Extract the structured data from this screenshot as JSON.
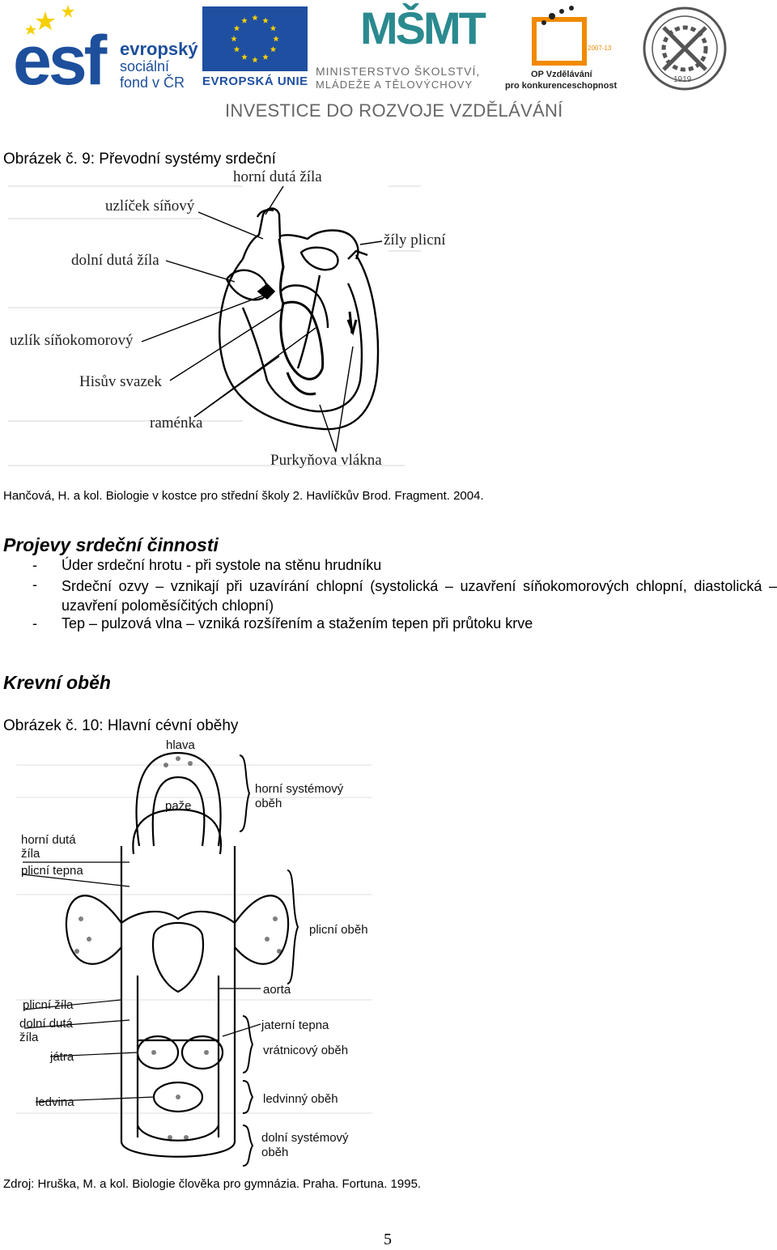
{
  "header": {
    "esf": {
      "big": "esf",
      "line1": "evropský",
      "line2": "sociální",
      "line3": "fond v ČR"
    },
    "eu": {
      "label": "EVROPSKÁ UNIE"
    },
    "msmt": {
      "mark": "MŠMT",
      "line1": "MINISTERSTVO ŠKOLSTVÍ,",
      "line2": "MLÁDEŽE A TĚLOVÝCHOVY"
    },
    "op": {
      "line1": "OP Vzdělávání",
      "line2": "pro konkurenceschopnost",
      "years": "2007-13"
    },
    "seal": {
      "year": "1919"
    },
    "tagline": "INVESTICE DO ROZVOJE VZDĚLÁVÁNÍ",
    "colors": {
      "esf_blue": "#1d4f9c",
      "eu_blue": "#1f4fa0",
      "eu_star": "#f5d000",
      "msmt_teal": "#2a8a8f",
      "op_orange": "#f08a00"
    }
  },
  "figure9": {
    "caption": "Obrázek č. 9: Převodní systémy srdeční",
    "labels": {
      "horni_duta_zila": "horní dutá žíla",
      "uzlicek_sinovy": "uzlíček síňový",
      "zily_plicni": "žíly plicní",
      "dolni_duta_zila": "dolní dutá žíla",
      "uzlik_sinokomorovy": "uzlík síňokomorový",
      "hisuv_svazek": "Hisův svazek",
      "ramenka": "raménka",
      "purkynova_vlakna": "Purkyňova vlákna"
    },
    "source": "Hančová, H. a kol. Biologie v kostce pro střední školy 2. Havlíčkův Brod. Fragment. 2004."
  },
  "section1": {
    "heading": "Projevy srdeční činnosti",
    "bullets": [
      "Úder srdeční hrotu - při systole na stěnu hrudníku",
      "Srdeční ozvy – vznikají při uzavírání chlopní (systolická – uzavření síňokomorových chlopní, diastolická – uzavření poloměsíčitých chlopní)",
      "Tep – pulzová vlna – vzniká rozšířením a stažením tepen při průtoku krve"
    ]
  },
  "section2": {
    "heading": "Krevní oběh"
  },
  "figure10": {
    "caption": "Obrázek č. 10: Hlavní cévní oběhy",
    "labels": {
      "hlava": "hlava",
      "horni_systemovy_1": "horní systémový",
      "horni_systemovy_2": "oběh",
      "paze": "paže",
      "horni_duta_1": "horní dutá",
      "horni_duta_2": "žíla",
      "plicni_tepna": "plicní tepna",
      "plicni_obeh": "plicní oběh",
      "aorta": "aorta",
      "plicni_zila": "plicní žíla",
      "dolni_duta_1": "dolní dutá",
      "dolni_duta_2": "žíla",
      "jaterni_tepna": "jaterní tepna",
      "vratnicovy": "vrátnicový oběh",
      "jatra": "játra",
      "ledvina": "ledvina",
      "ledvinny": "ledvinný oběh",
      "dolni_systemovy_1": "dolní systémový",
      "dolni_systemovy_2": "oběh"
    },
    "source": "Zdroj: Hruška, M. a kol. Biologie člověka pro gymnázia. Praha. Fortuna. 1995."
  },
  "footer": {
    "page_number": "5"
  }
}
